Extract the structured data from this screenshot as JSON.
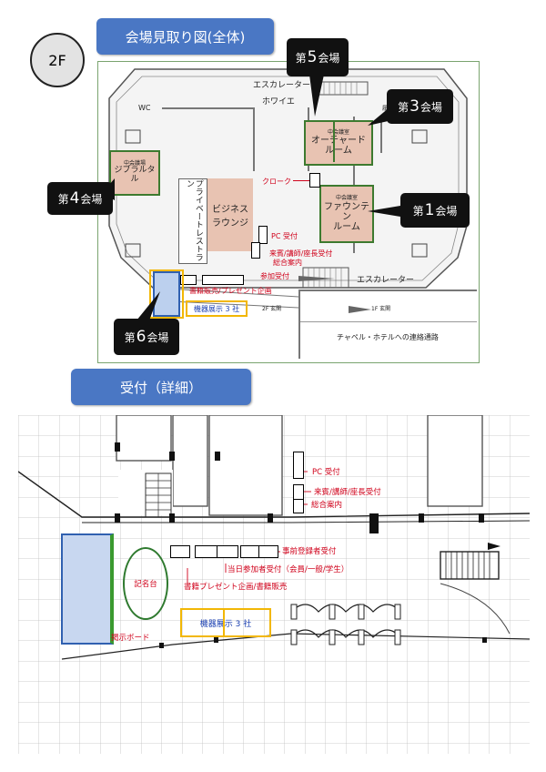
{
  "floor": {
    "label": "2F"
  },
  "section1": {
    "title": "会場見取り図(全体)"
  },
  "section2": {
    "title": "受付（詳細）"
  },
  "venues": {
    "v5": {
      "pre": "第",
      "num": "5",
      "post": "会場"
    },
    "v3": {
      "pre": "第",
      "num": "3",
      "post": "会場"
    },
    "v4": {
      "pre": "第",
      "num": "4",
      "post": "会場"
    },
    "v1": {
      "pre": "第",
      "num": "1",
      "post": "会場"
    },
    "v6": {
      "pre": "第",
      "num": "6",
      "post": "会場"
    }
  },
  "rooms": {
    "orchard": {
      "sub": "中会議室",
      "name1": "オーチャード",
      "name2": "ルーム"
    },
    "gibraltar": {
      "sub": "中会議場",
      "name1": "ジブラルタル",
      "name2": ""
    },
    "fountain": {
      "sub": "中会議室",
      "name1": "ファウンテン",
      "name2": "ルーム"
    }
  },
  "map_labels": {
    "escalator_top": "エスカレーター",
    "foyer": "ホワイエ",
    "wc": "WC",
    "elevator": "履物室",
    "private_restaurant": "プライベートレストラン",
    "business_lounge_1": "ビジネス",
    "business_lounge_2": "ラウンジ",
    "cloak": "クローク",
    "pc_reception": "PC 受付",
    "guest_reception": "来賓/講師/座長受付",
    "info": "総合案内",
    "participant_reception": "参加受付",
    "book_sales": "書籍販売/プレゼント企画",
    "equipment": "機器展示 3 社",
    "escalator_bottom": "エスカレーター",
    "entrance_2f": "2F 玄関",
    "entrance_1f": "1F 玄関",
    "chapel_passage": "チャペル・ホテルへの連絡通路"
  },
  "detail_labels": {
    "pc_reception": "PC 受付",
    "guest_reception": "来賓/講師/座長受付",
    "info": "総合案内",
    "pre_registered": "事前登録者受付",
    "same_day": "当日参加者受付（会員/一般/学生）",
    "book_sales": "書籍プレゼント企画/書籍販売",
    "signature": "記名台",
    "equipment": "機器展示 3 社",
    "board": "掲示ボード"
  },
  "colors": {
    "accent": "#4a77c4",
    "room": "#e8c3b2",
    "room_border": "#3d7a2f",
    "annotation": "#d0021b",
    "equipment_border": "#f2b705"
  }
}
